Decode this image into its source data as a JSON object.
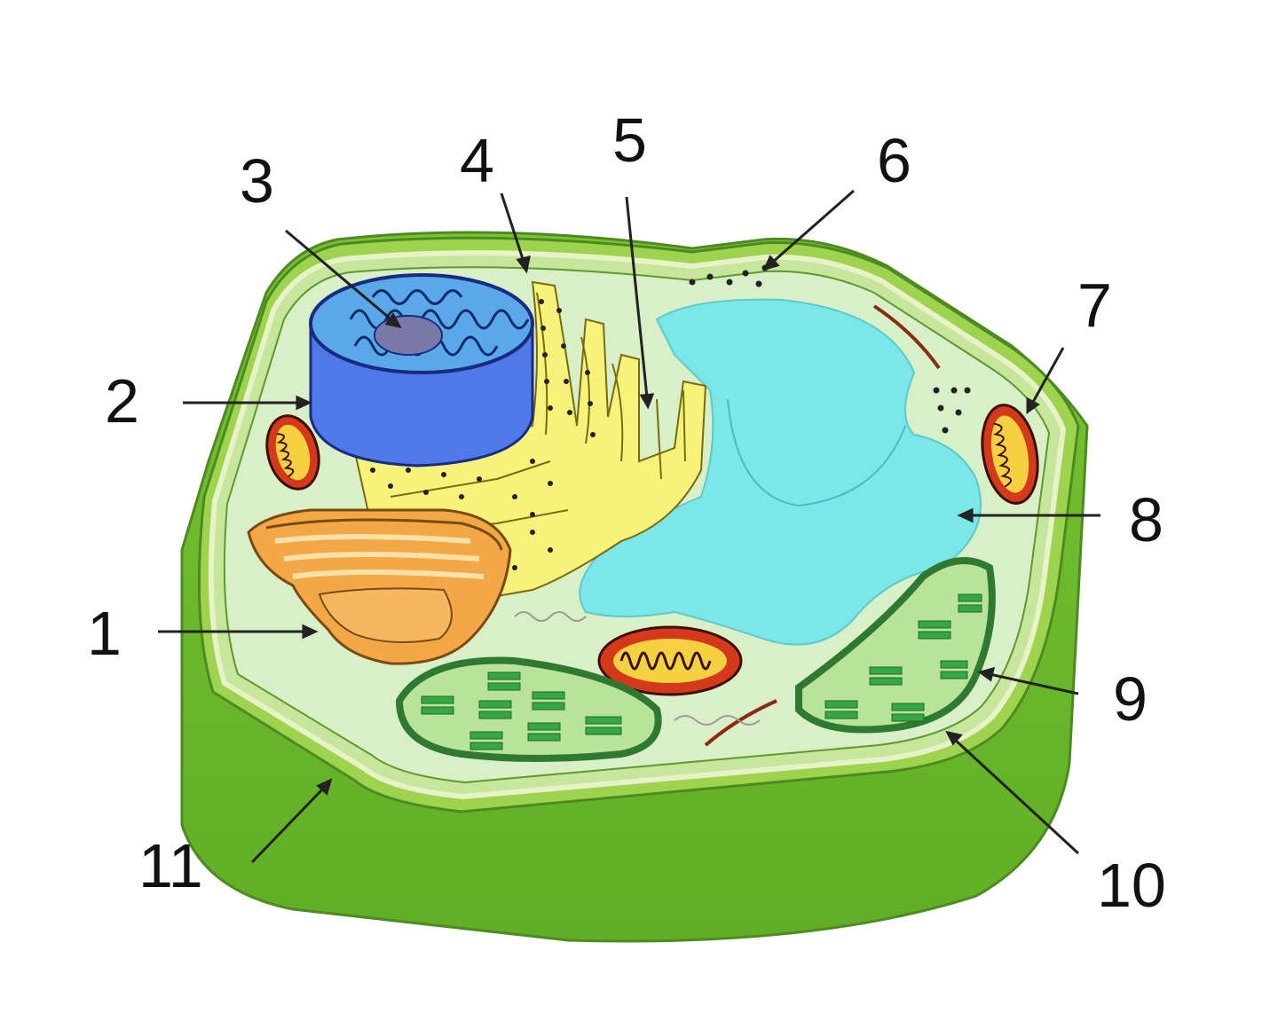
{
  "labels": [
    {
      "id": "1",
      "text": "1"
    },
    {
      "id": "2",
      "text": "2"
    },
    {
      "id": "3",
      "text": "3"
    },
    {
      "id": "4",
      "text": "4"
    },
    {
      "id": "5",
      "text": "5"
    },
    {
      "id": "6",
      "text": "6"
    },
    {
      "id": "7",
      "text": "7"
    },
    {
      "id": "8",
      "text": "8"
    },
    {
      "id": "9",
      "text": "9"
    },
    {
      "id": "10",
      "text": "10"
    },
    {
      "id": "11",
      "text": "11"
    }
  ],
  "colors": {
    "cell_wall_outer": "#7ec43a",
    "cell_wall_side": "#6ab52a",
    "cytoplasm": "#d9efc8",
    "nucleus": "#4f78e8",
    "nucleolus": "#7a7aa8",
    "er": "#f7f27a",
    "golgi": "#f2a846",
    "vacuole": "#7ae8e8",
    "mitochondrion": "#d4391c",
    "chloroplast": "#2f9a3a",
    "leader": "#222222"
  }
}
